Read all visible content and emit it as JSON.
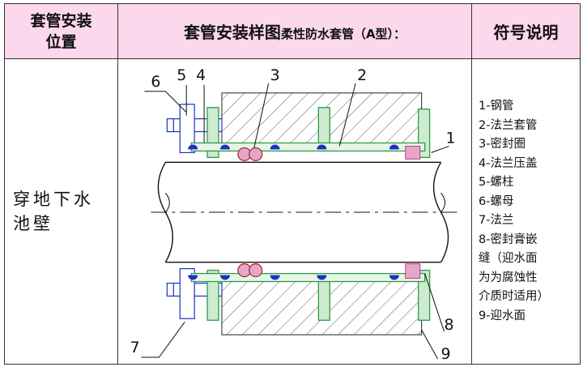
{
  "header": {
    "col1_line1": "套管安装",
    "col1_line2": "位置",
    "col2_main": "套管安装样图",
    "col2_sub": "柔性防水套管（A型）：",
    "col3": "符号说明"
  },
  "location": {
    "line1": "穿地下水",
    "line2": "池壁"
  },
  "legend": [
    "1-钢管",
    "2-法兰套管",
    "3-密封圈",
    "4-法兰压盖",
    "5-螺柱",
    "6-螺母",
    "7-法兰",
    "8-密封膏嵌\n缝（迎水面\n为为腐蚀性\n介质时适用）",
    "9-迎水面"
  ],
  "callouts": [
    "1",
    "2",
    "3",
    "4",
    "5",
    "6",
    "7",
    "8",
    "9"
  ],
  "colors": {
    "header_bg": "#fcd8ec",
    "sleeve_green": "#2f9a4a",
    "flange_fill": "#cdeccf",
    "seal_fill": "#e7a6c8",
    "bolt_blue": "#1d2fc7",
    "pipe_outline": "#111111"
  }
}
